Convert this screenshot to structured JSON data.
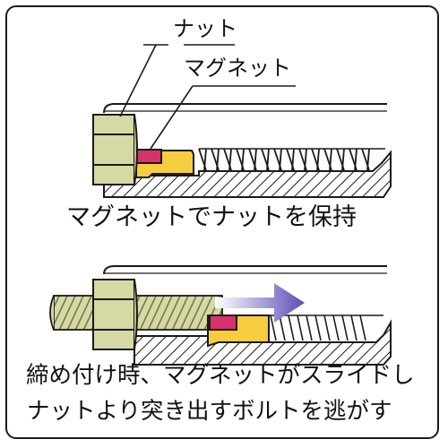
{
  "labels": {
    "nut": "ナット",
    "magnet": "マグネット"
  },
  "captions": {
    "holding": "マグネットでナットを保持",
    "line1": "締め付け時、マグネットがスライドし",
    "line2": "ナットより突き出すボルトを逃がす"
  },
  "colors": {
    "nut": "#d6d9a3",
    "magnet": "#d6336c",
    "holder": "#f5cd3e",
    "arrow_start": "#ffffff",
    "arrow_end": "#5b4fb8",
    "outline": "#1a1a1a"
  }
}
